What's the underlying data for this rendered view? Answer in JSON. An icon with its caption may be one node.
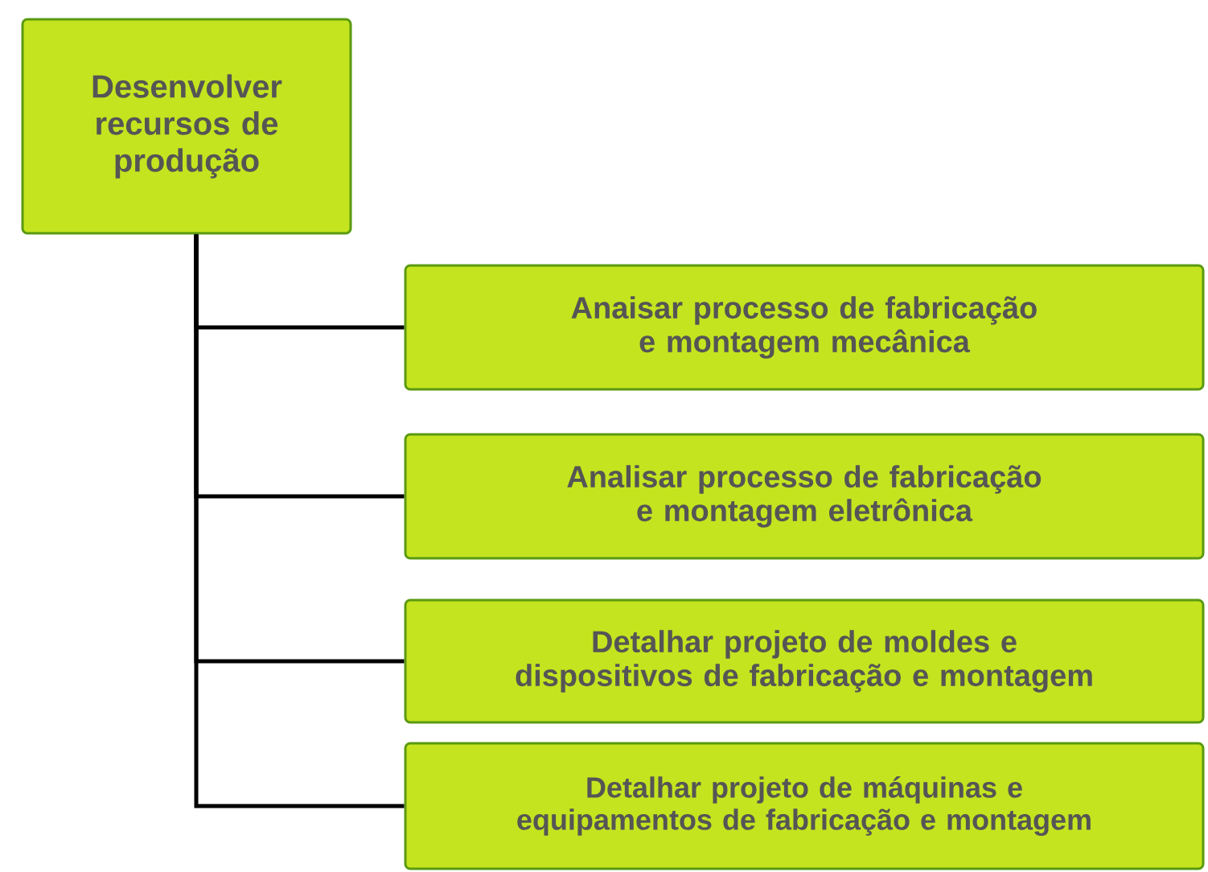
{
  "diagram": {
    "nodes": [
      {
        "text": [
          "Desenvolver recursos de produção"
        ]
      },
      {
        "text": [
          "Anaisar processo de fabricação e montagem mecânica"
        ]
      },
      {
        "text": [
          "Analisar processo de fabricação e montagem eletrônica"
        ]
      },
      {
        "text": [
          "Detalhar projeto de moldes e dispositivos de fabricação e montagem"
        ]
      },
      {
        "text": [
          "Detalhar projeto de máquinas e equipamentos de fabricação e montagem"
        ]
      }
    ],
    "edges": [
      {
        "from": 0,
        "to": 1,
        "arrow": "none"
      },
      {
        "from": 0,
        "to": 2,
        "arrow": "none"
      },
      {
        "from": 0,
        "to": 3,
        "arrow": "none"
      },
      {
        "from": 0,
        "to": 4,
        "arrow": "none"
      }
    ]
  }
}
